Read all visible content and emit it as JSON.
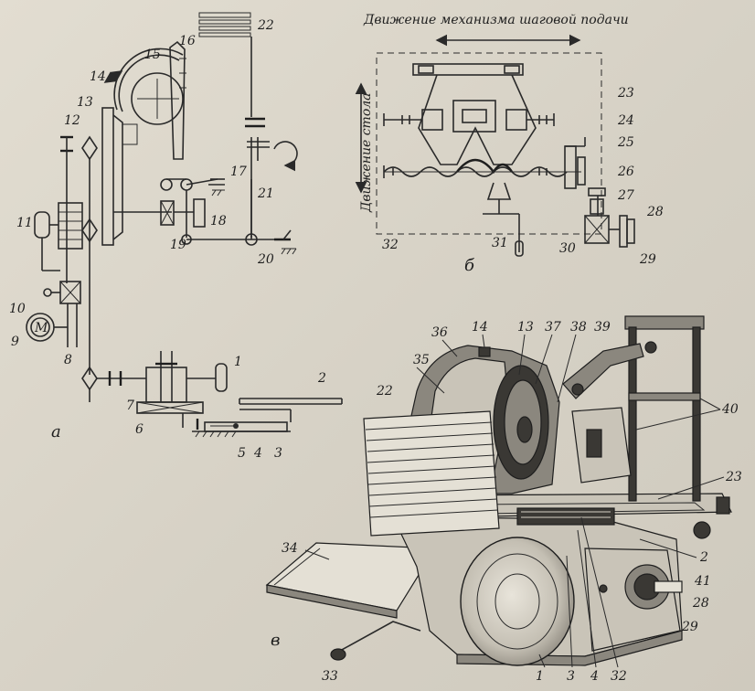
{
  "captions": {
    "feed_motion": "Движение механизма шаговой подачи",
    "table_motion": "Движение стола"
  },
  "panels": {
    "a": "а",
    "b": "б",
    "c": "в"
  },
  "callouts": {
    "n1": "1",
    "n2": "2",
    "n3": "3",
    "n4": "4",
    "n5": "5",
    "n6": "6",
    "n7": "7",
    "n8": "8",
    "n9": "9",
    "n10": "10",
    "n11": "11",
    "n12": "12",
    "n13": "13",
    "n14": "14",
    "n15": "15",
    "n16": "16",
    "n17": "17",
    "n18": "18",
    "n19": "19",
    "n20": "20",
    "n21": "21",
    "n22": "22",
    "b23": "23",
    "b24": "24",
    "b25": "25",
    "b26": "26",
    "b27": "27",
    "b28": "28",
    "b29": "29",
    "b30": "30",
    "b31": "31",
    "b32": "32",
    "c1": "1",
    "c2": "2",
    "c3": "3",
    "c4": "4",
    "c13": "13",
    "c14": "14",
    "c22": "22",
    "c23": "23",
    "c28": "28",
    "c29": "29",
    "c32": "32",
    "c33": "33",
    "c34": "34",
    "c35": "35",
    "c36": "36",
    "c37": "37",
    "c38": "38",
    "c39": "39",
    "c40": "40",
    "c41": "41"
  },
  "motor_symbol": "M"
}
